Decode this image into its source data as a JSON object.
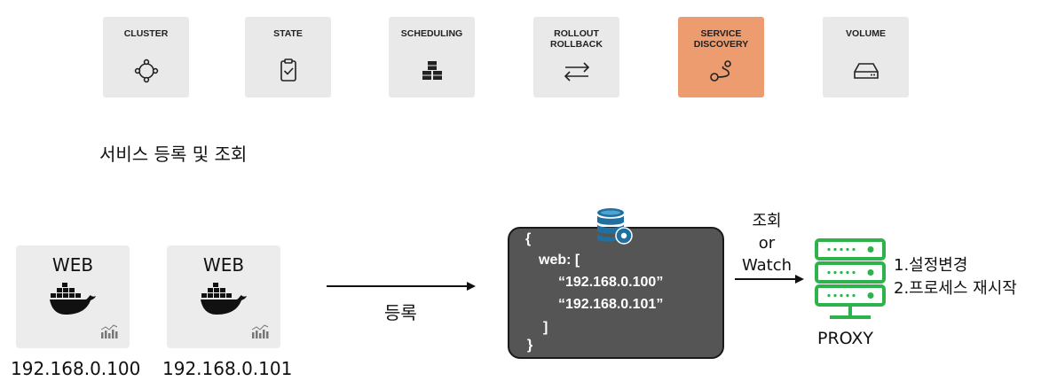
{
  "tiles": [
    {
      "label": "CLUSTER",
      "icon": "cluster-icon",
      "active": false
    },
    {
      "label": "STATE",
      "icon": "clipboard-check-icon",
      "active": false
    },
    {
      "label": "SCHEDULING",
      "icon": "boxes-icon",
      "active": false
    },
    {
      "label": "ROLLOUT\nROLLBACK",
      "icon": "swap-arrows-icon",
      "active": false
    },
    {
      "label": "SERVICE\nDISCOVERY",
      "icon": "route-icon",
      "active": true
    },
    {
      "label": "VOLUME",
      "icon": "hard-drive-icon",
      "active": false
    }
  ],
  "colors": {
    "tile_bg": "#e9e9e9",
    "tile_active_bg": "#ec9c6f",
    "registry_bg": "#555555",
    "proxy_green": "#2eb24b",
    "db_blue": "#1f6fa0"
  },
  "heading": "서비스 등록 및 조회",
  "web_nodes": [
    {
      "label": "WEB",
      "ip": "192.168.0.100",
      "icon": "docker-whale-icon",
      "sub_icon": "metrics-icon"
    },
    {
      "label": "WEB",
      "ip": "192.168.0.101",
      "icon": "docker-whale-icon",
      "sub_icon": "metrics-icon"
    }
  ],
  "register_label": "등록",
  "registry": {
    "icon": "database-gear-icon",
    "lines": [
      "{",
      "web: [",
      "“192.168.0.100”",
      "“192.168.0.101”",
      "]",
      "}"
    ]
  },
  "lookup_label": {
    "line1": "조회",
    "line2": "or",
    "line3": "Watch"
  },
  "proxy": {
    "label": "PROXY",
    "icon": "server-rack-icon"
  },
  "steps": [
    "1.설정변경",
    "2.프로세스 재시작"
  ]
}
